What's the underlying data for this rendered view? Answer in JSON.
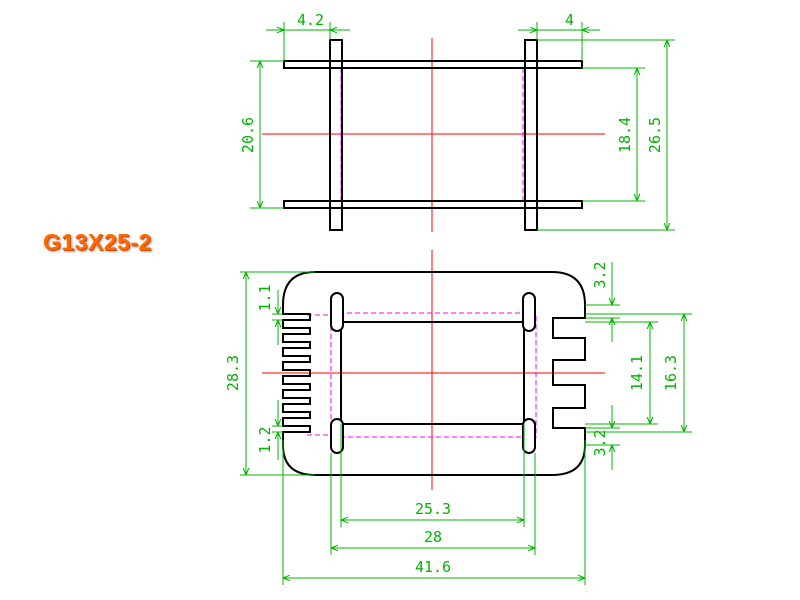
{
  "part_label": "G13X25-2",
  "colors": {
    "outline": "#000000",
    "dimension": "#00b400",
    "centerline": "#ff0000",
    "hidden": "#ff00ff"
  },
  "top_view": {
    "dimensions": {
      "left_overhang": "4.2",
      "right_overhang": "4",
      "inner_span": "20.6",
      "flange_inner": "18.4",
      "overall_height": "26.5"
    }
  },
  "bottom_view": {
    "dimensions": {
      "slot_top": "1.1",
      "overall_height": "28.3",
      "slot_bottom": "1.2",
      "right_margin_top": "3.2",
      "notch_span": "14.1",
      "right_span": "16.3",
      "right_margin_bottom": "3.2",
      "inner_width": "25.3",
      "pin_width": "28",
      "overall_width": "41.6"
    }
  }
}
